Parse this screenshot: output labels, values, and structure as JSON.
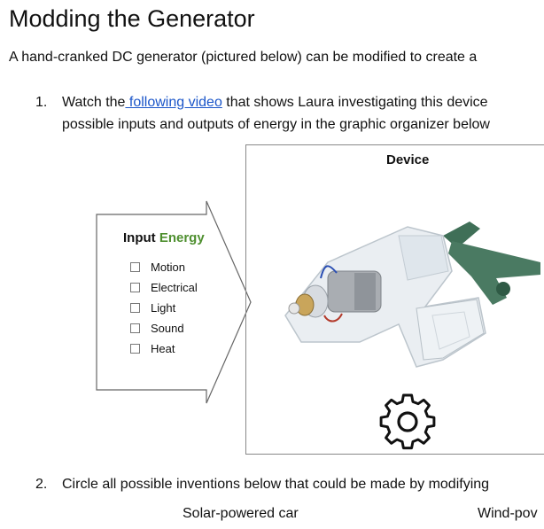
{
  "doc": {
    "title": "Modding the Generator",
    "intro": "A hand-cranked DC generator (pictured below) can be modified to create a",
    "q1": {
      "number": "1.",
      "prefix": "Watch the",
      "link_text": " following video",
      "suffix": " that shows Laura investigating this device",
      "line2": "possible inputs and outputs of energy in the graphic organizer below"
    },
    "organizer": {
      "device_title": "Device",
      "input_heading_word1": "Input",
      "input_heading_word2": "Energy",
      "input_options": [
        "Motion",
        "Electrical",
        "Light",
        "Sound",
        "Heat"
      ],
      "gear_icon": "gear-icon",
      "device_image": "hand-cranked-generator"
    },
    "q2": {
      "number": "2.",
      "text": "Circle all possible inventions below that could be made by modifying",
      "inventions": [
        "Solar-powered car",
        "Wind-pov"
      ]
    }
  },
  "colors": {
    "link": "#1a55c9",
    "energy_green": "#4e8f2f",
    "crank_green": "#3f6f57"
  }
}
